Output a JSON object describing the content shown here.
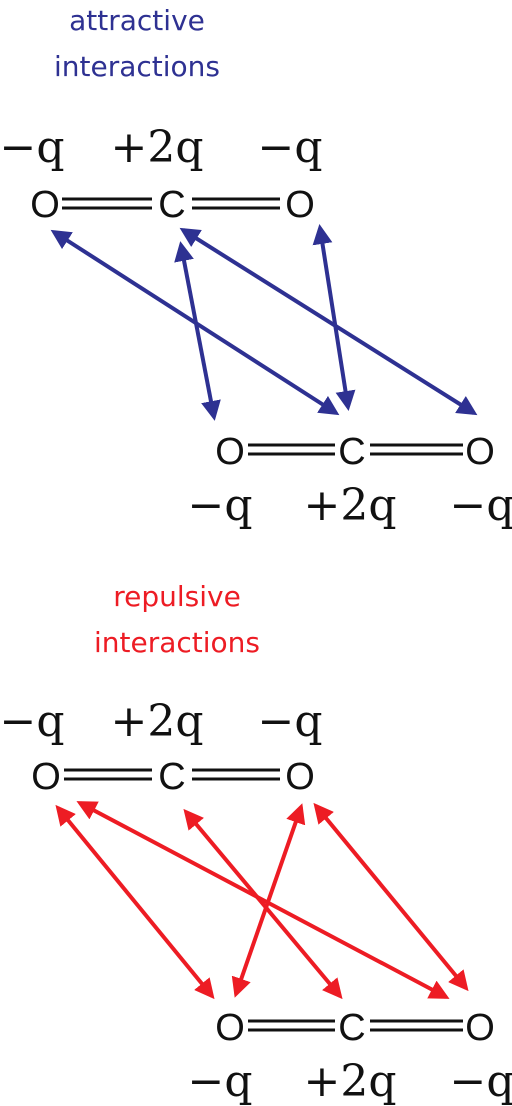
{
  "sections": {
    "attractive": {
      "title_line1": "attractive",
      "title_line2": "interactions",
      "color": "#2E3192",
      "top_molecule": {
        "atoms": [
          "O",
          "C",
          "O"
        ],
        "charges": [
          "−q",
          "+2q",
          "−q"
        ]
      },
      "bottom_molecule": {
        "atoms": [
          "O",
          "C",
          "O"
        ],
        "charges": [
          "−q",
          "+2q",
          "−q"
        ]
      },
      "interaction_count": 4
    },
    "repulsive": {
      "title_line1": "repulsive",
      "title_line2": "interactions",
      "color": "#ED1C24",
      "top_molecule": {
        "atoms": [
          "O",
          "C",
          "O"
        ],
        "charges": [
          "−q",
          "+2q",
          "−q"
        ]
      },
      "bottom_molecule": {
        "atoms": [
          "O",
          "C",
          "O"
        ],
        "charges": [
          "−q",
          "+2q",
          "−q"
        ]
      },
      "interaction_count": 5
    }
  }
}
